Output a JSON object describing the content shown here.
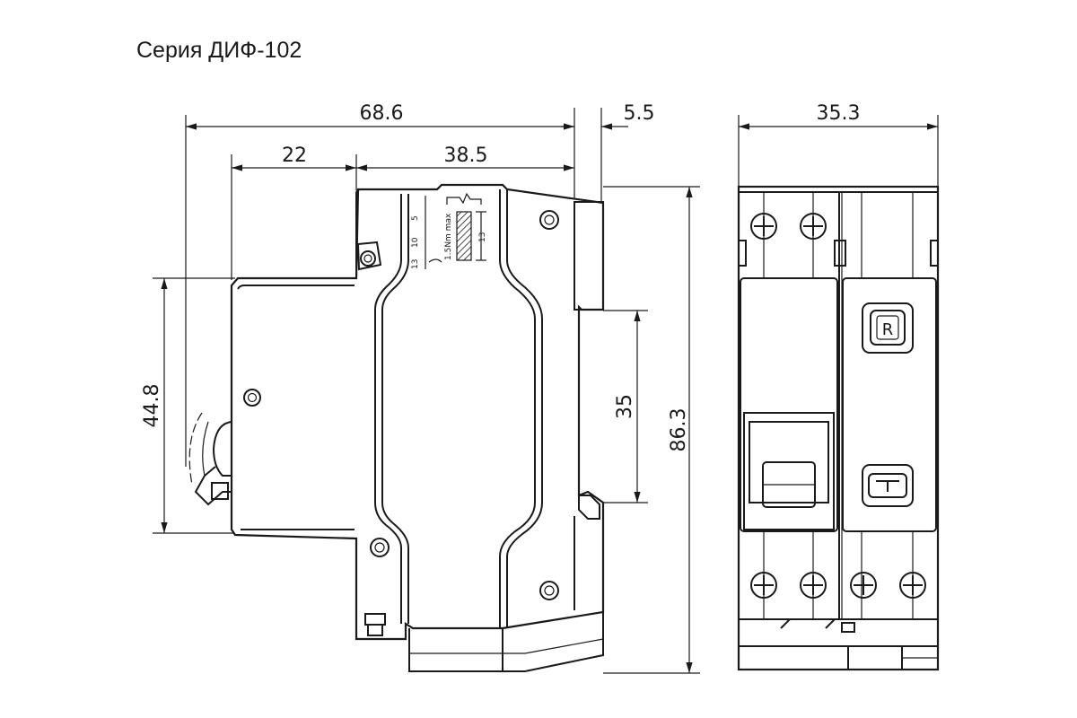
{
  "title": "Серия ДИФ-102",
  "dimensions": {
    "overall_depth": "68.6",
    "rail_offset": "5.5",
    "front_depth": "22",
    "body_depth": "38.5",
    "front_height": "44.8",
    "rail_height": "35",
    "overall_height": "86.3",
    "width": "35.3"
  },
  "terminal_label": {
    "torque": "1.5Nm max",
    "strip_length": "13",
    "scale": [
      "5",
      "10",
      "13"
    ]
  },
  "front_view": {
    "test_button_letter": "R"
  }
}
